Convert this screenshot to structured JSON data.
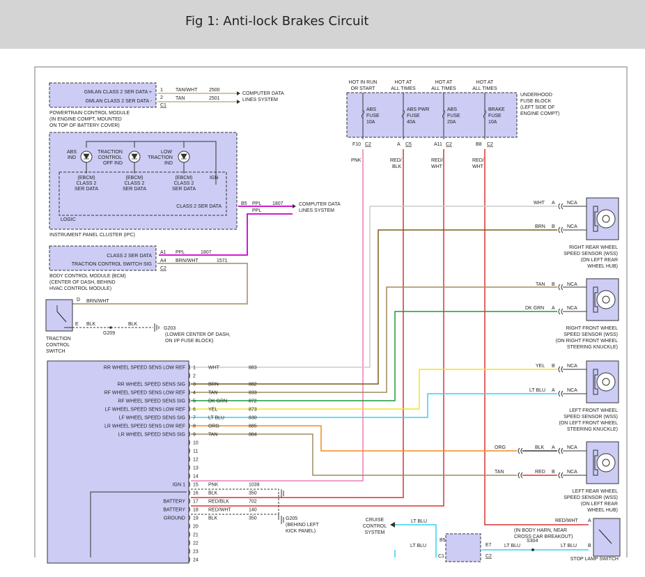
{
  "title": "Fig 1: Anti-lock Brakes Circuit",
  "colors": {
    "header_bg": "#d4d4d4",
    "module_fill": "#ccccf5",
    "wire_pnk": "#e97fb3",
    "wire_red": "#d83232",
    "wire_brn": "#7a5a18",
    "wire_tan": "#a08a5e",
    "wire_dkgrn": "#1d9a3a",
    "wire_yel": "#f2e31a",
    "wire_ltblu": "#31d4f0",
    "wire_org": "#f38a18",
    "wire_ppl": "#d21ad2",
    "wire_wht": "#cccccc",
    "wire_blk": "#333333"
  },
  "pcm": {
    "line1": "GMLAN CLASS 2 SER DATA +",
    "line2": "GMLAN CLASS 2 SER DATA -",
    "pins": [
      "1",
      "2",
      "C1"
    ],
    "wires": [
      "TAN/WHT",
      "TAN"
    ],
    "circuits": [
      "2500",
      "2501"
    ],
    "dest": [
      "COMPUTER DATA",
      "LINES SYSTEM"
    ],
    "caption": [
      "POWERTRAIN CONTROL MODULE",
      "(IN ENGINE COMPT, MOUNTED",
      "ON TOP OF BATTERY COVER)"
    ]
  },
  "ipc": {
    "indicators": [
      {
        "label": [
          "ABS",
          "IND"
        ]
      },
      {
        "label": [
          "TRACTION",
          "CONTROL",
          "OFF IND"
        ]
      },
      {
        "label": [
          "LOW",
          "TRACTION",
          "IND"
        ]
      }
    ],
    "ebcm": [
      "(EBCM)",
      "CLASS 2",
      "SER DATA"
    ],
    "ign": "IGN",
    "class2": "CLASS 2 SER DATA",
    "logic": "LOGIC",
    "pin": "B5",
    "wire": "PPL",
    "circuit": "1807",
    "wire2": "PPL",
    "dest": [
      "COMPUTER DATA",
      "LINES SYSTEM"
    ],
    "caption": "INSTRUMENT PANEL CLUSTER (IPC)"
  },
  "bcm": {
    "line1": "CLASS 2 SER DATA",
    "line2": "TRACTION CONTROL SWITCH SIG",
    "pins": [
      "A1",
      "A4",
      "C2"
    ],
    "wires": [
      "PPL",
      "BRN/WHT"
    ],
    "circuits": [
      "1807",
      "1571"
    ],
    "caption": [
      "BODY CONTROL MODULE (BCM)",
      "(CENTER OF DASH, BEHIND",
      "HVAC CONTROL MODULE)"
    ]
  },
  "tcs": {
    "pin_d": "D",
    "wire_d": "BRN/WHT",
    "pin_e": "E",
    "wire_e1": "BLK",
    "wire_e2": "BLK",
    "splice": "G209",
    "ground": "G203",
    "ground_note": [
      "(LOWER CENTER OF DASH,",
      "ON I/P FUSE BLOCK)"
    ],
    "caption": [
      "TRACTION",
      "CONTROL",
      "SWITCH"
    ]
  },
  "fuse_block": {
    "hot": [
      [
        "HOT IN RUN",
        "OR START"
      ],
      [
        "HOT AT",
        "ALL TIMES"
      ],
      [
        "HOT AT",
        "ALL TIMES"
      ],
      [
        "HOT AT",
        "ALL TIMES"
      ]
    ],
    "fuses": [
      [
        "ABS",
        "FUSE",
        "10A"
      ],
      [
        "ABS PWR",
        "FUSE",
        "40A"
      ],
      [
        "ABS",
        "FUSE",
        "20A"
      ],
      [
        "BRAKE",
        "FUSE",
        "10A"
      ]
    ],
    "pins": [
      [
        "F10",
        "C2"
      ],
      [
        "A",
        "C5"
      ],
      [
        "A11",
        "C2"
      ],
      [
        "B8",
        "C2"
      ]
    ],
    "wires": [
      [
        "PNK"
      ],
      [
        "RED/",
        "BLK"
      ],
      [
        "RED/",
        "WHT"
      ],
      [
        "RED/",
        "WHT"
      ]
    ],
    "caption": [
      "UNDERHOOD",
      "FUSE BLOCK",
      "(LEFT SIDE OF",
      "ENGINE COMPT)"
    ]
  },
  "sensors": [
    {
      "wires": [
        {
          "color": "WHT",
          "pin": "A",
          "nca": "NCA"
        },
        {
          "color": "BRN",
          "pin": "B",
          "nca": "NCA"
        }
      ],
      "caption": [
        "RIGHT REAR WHEEL",
        "SPEED SENSOR (WSS)",
        "(ON LEFT REAR",
        "WHEEL HUB)"
      ]
    },
    {
      "wires": [
        {
          "color": "TAN",
          "pin": "B",
          "nca": "NCA"
        },
        {
          "color": "DK GRN",
          "pin": "A",
          "nca": "NCA"
        }
      ],
      "caption": [
        "RIGHT FRONT WHEEL",
        "SPEED SENSOR (WSS)",
        "(ON RIGHT FRONT WHEEL",
        "STEERING KNUCKLE)"
      ]
    },
    {
      "wires": [
        {
          "color": "YEL",
          "pin": "B",
          "nca": "NCA"
        },
        {
          "color": "LT BLU",
          "pin": "A",
          "nca": "NCA"
        }
      ],
      "caption": [
        "LEFT FRONT WHEEL",
        "SPEED SENSOR (WSS)",
        "(ON LEFT FRONT WHEEL",
        "STEERING KNUCKLE)"
      ]
    },
    {
      "wires": [
        {
          "color": "ORG",
          "pin_wire": "BLK",
          "pin": "A",
          "nca": "NCA"
        },
        {
          "color": "TAN",
          "pin_wire": "RED",
          "pin": "B",
          "nca": "NCA"
        }
      ],
      "caption": [
        "LEFT REAR WHEEL",
        "SPEED SENSOR (WSS)",
        "(ON LEFT REAR",
        "WHEEL HUB)"
      ]
    }
  ],
  "ebcm_module": {
    "pins": [
      {
        "n": "1",
        "label": "RR WHEEL SPEED SENS LOW REF",
        "wire": "WHT",
        "circuit": "883"
      },
      {
        "n": "2",
        "label": "",
        "wire": "",
        "circuit": ""
      },
      {
        "n": "3",
        "label": "RR WHEEL SPEED SENS SIG",
        "wire": "BRN",
        "circuit": "882"
      },
      {
        "n": "4",
        "label": "RF WHEEL SPEED SENS LOW REF",
        "wire": "TAN",
        "circuit": "833"
      },
      {
        "n": "5",
        "label": "RF WHEEL SPEED SENS SIG",
        "wire": "DK GRN",
        "circuit": "872"
      },
      {
        "n": "6",
        "label": "LF WHEEL SPEED SENS LOW REF",
        "wire": "YEL",
        "circuit": "873"
      },
      {
        "n": "7",
        "label": "LF WHEEL SPEED SENS SIG",
        "wire": "LT BLU",
        "circuit": "830"
      },
      {
        "n": "8",
        "label": "LR WHEEL SPEED SENS LOW REF",
        "wire": "ORG",
        "circuit": "885"
      },
      {
        "n": "9",
        "label": "LR WHEEL SPEED SENS SIG",
        "wire": "TAN",
        "circuit": "884"
      },
      {
        "n": "10",
        "label": "",
        "wire": "",
        "circuit": ""
      },
      {
        "n": "11",
        "label": "",
        "wire": "",
        "circuit": ""
      },
      {
        "n": "12",
        "label": "",
        "wire": "",
        "circuit": ""
      },
      {
        "n": "13",
        "label": "",
        "wire": "",
        "circuit": ""
      },
      {
        "n": "14",
        "label": "",
        "wire": "",
        "circuit": ""
      },
      {
        "n": "15",
        "label": "IGN 1",
        "wire": "PNK",
        "circuit": "1039"
      },
      {
        "n": "16",
        "label": "",
        "wire": "BLK",
        "circuit": "350"
      },
      {
        "n": "17",
        "label": "BATTERY",
        "wire": "RED/BLK",
        "circuit": "702"
      },
      {
        "n": "18",
        "label": "BATTERY",
        "wire": "RED/WHT",
        "circuit": "140"
      },
      {
        "n": "19",
        "label": "GROUND",
        "wire": "BLK",
        "circuit": "350"
      },
      {
        "n": "20",
        "label": "",
        "wire": "",
        "circuit": ""
      },
      {
        "n": "21",
        "label": "",
        "wire": "",
        "circuit": ""
      },
      {
        "n": "22",
        "label": "",
        "wire": "",
        "circuit": ""
      },
      {
        "n": "23",
        "label": "",
        "wire": "",
        "circuit": ""
      },
      {
        "n": "24",
        "label": "",
        "wire": "",
        "circuit": ""
      }
    ],
    "ground": "G205",
    "ground_note": [
      "(BEHIND LEFT",
      "KICK PANEL)"
    ]
  },
  "bottom": {
    "cruise": [
      "CRUISE",
      "CONTROL",
      "SYSTEM"
    ],
    "wire_ltblu": "LT BLU",
    "pin_b5": "B5",
    "pin_c1": "C1",
    "pin_e7": "E7",
    "pin_c2": "C2",
    "splice": "S304",
    "harness_note": [
      "(IN BODY HARN, NEAR",
      "CROSS CAR BREAKOUT)"
    ],
    "redwht": "RED/WHT",
    "pin_a": "A",
    "pin_b": "B",
    "switch": "STOP LAMP SWITCH"
  }
}
